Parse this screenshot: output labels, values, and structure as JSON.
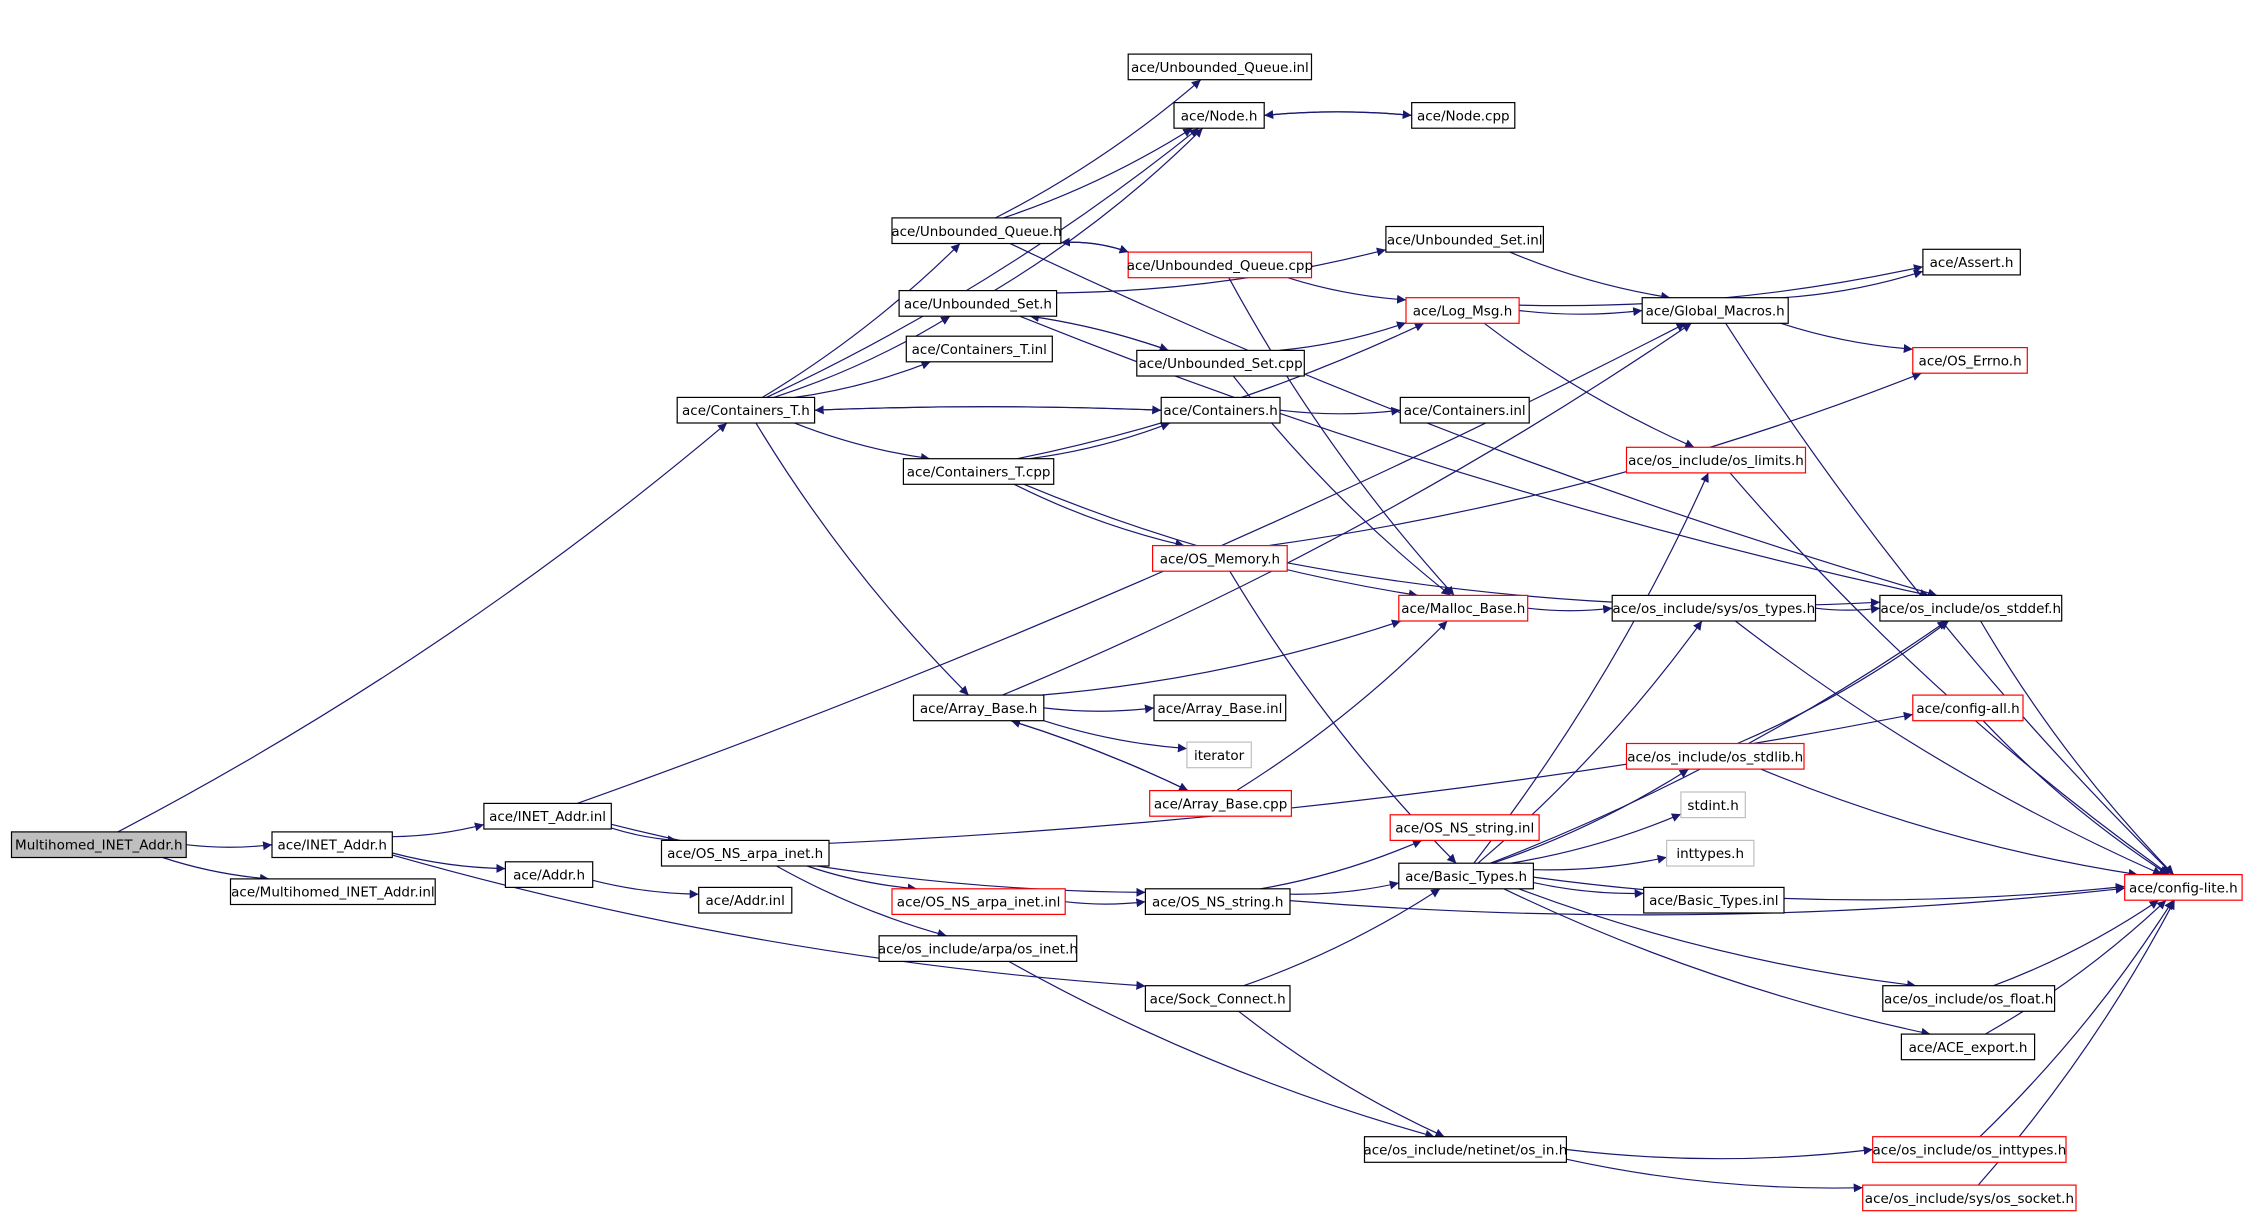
{
  "colors": {
    "edge": "#191970",
    "box": "#000000",
    "box_missing_children": "#ff0000",
    "box_external": "#bfbfbf",
    "root_fill": "#bfbfbf",
    "background": "#ffffff"
  },
  "nodes": [
    {
      "id": "n_root",
      "label": "Multihomed_INET_Addr.h",
      "kind": "root"
    },
    {
      "id": "n_inet_addr_h",
      "label": "ace/INET_Addr.h",
      "kind": "normal"
    },
    {
      "id": "n_multihomed_inl",
      "label": "ace/Multihomed_INET_Addr.inl",
      "kind": "normal"
    },
    {
      "id": "n_inet_addr_inl",
      "label": "ace/INET_Addr.inl",
      "kind": "normal"
    },
    {
      "id": "n_addr_h",
      "label": "ace/Addr.h",
      "kind": "normal"
    },
    {
      "id": "n_addr_inl",
      "label": "ace/Addr.inl",
      "kind": "normal"
    },
    {
      "id": "n_os_ns_arpa_inet_h",
      "label": "ace/OS_NS_arpa_inet.h",
      "kind": "normal"
    },
    {
      "id": "n_os_ns_arpa_inet_inl",
      "label": "ace/OS_NS_arpa_inet.inl",
      "kind": "truncated"
    },
    {
      "id": "n_os_inet_h",
      "label": "ace/os_include/arpa/os_inet.h",
      "kind": "normal"
    },
    {
      "id": "n_os_ns_string_h",
      "label": "ace/OS_NS_string.h",
      "kind": "normal"
    },
    {
      "id": "n_os_ns_string_inl",
      "label": "ace/OS_NS_string.inl",
      "kind": "truncated"
    },
    {
      "id": "n_sock_connect_h",
      "label": "ace/Sock_Connect.h",
      "kind": "normal"
    },
    {
      "id": "n_containers_t_h",
      "label": "ace/Containers_T.h",
      "kind": "normal"
    },
    {
      "id": "n_unbounded_queue_inl",
      "label": "ace/Unbounded_Queue.inl",
      "kind": "normal"
    },
    {
      "id": "n_node_h",
      "label": "ace/Node.h",
      "kind": "normal"
    },
    {
      "id": "n_node_cpp",
      "label": "ace/Node.cpp",
      "kind": "normal"
    },
    {
      "id": "n_unbounded_queue_h",
      "label": "ace/Unbounded_Queue.h",
      "kind": "normal"
    },
    {
      "id": "n_unbounded_queue_cpp",
      "label": "ace/Unbounded_Queue.cpp",
      "kind": "truncated"
    },
    {
      "id": "n_unbounded_set_inl",
      "label": "ace/Unbounded_Set.inl",
      "kind": "normal"
    },
    {
      "id": "n_unbounded_set_h",
      "label": "ace/Unbounded_Set.h",
      "kind": "normal"
    },
    {
      "id": "n_assert_h",
      "label": "ace/Assert.h",
      "kind": "normal"
    },
    {
      "id": "n_log_msg_h",
      "label": "ace/Log_Msg.h",
      "kind": "truncated"
    },
    {
      "id": "n_global_macros_h",
      "label": "ace/Global_Macros.h",
      "kind": "normal"
    },
    {
      "id": "n_containers_t_inl",
      "label": "ace/Containers_T.inl",
      "kind": "normal"
    },
    {
      "id": "n_unbounded_set_cpp",
      "label": "ace/Unbounded_Set.cpp",
      "kind": "normal"
    },
    {
      "id": "n_os_errno_h",
      "label": "ace/OS_Errno.h",
      "kind": "truncated"
    },
    {
      "id": "n_containers_h",
      "label": "ace/Containers.h",
      "kind": "normal"
    },
    {
      "id": "n_containers_inl",
      "label": "ace/Containers.inl",
      "kind": "normal"
    },
    {
      "id": "n_containers_t_cpp",
      "label": "ace/Containers_T.cpp",
      "kind": "normal"
    },
    {
      "id": "n_os_limits_h",
      "label": "ace/os_include/os_limits.h",
      "kind": "truncated"
    },
    {
      "id": "n_os_memory_h",
      "label": "ace/OS_Memory.h",
      "kind": "truncated"
    },
    {
      "id": "n_malloc_base_h",
      "label": "ace/Malloc_Base.h",
      "kind": "truncated"
    },
    {
      "id": "n_os_types_h",
      "label": "ace/os_include/sys/os_types.h",
      "kind": "normal"
    },
    {
      "id": "n_os_stddef_h",
      "label": "ace/os_include/os_stddef.h",
      "kind": "normal"
    },
    {
      "id": "n_array_base_h",
      "label": "ace/Array_Base.h",
      "kind": "normal"
    },
    {
      "id": "n_array_base_inl",
      "label": "ace/Array_Base.inl",
      "kind": "normal"
    },
    {
      "id": "n_iterator",
      "label": "iterator",
      "kind": "external"
    },
    {
      "id": "n_array_base_cpp",
      "label": "ace/Array_Base.cpp",
      "kind": "truncated"
    },
    {
      "id": "n_config_all_h",
      "label": "ace/config-all.h",
      "kind": "truncated"
    },
    {
      "id": "n_os_stdlib_h",
      "label": "ace/os_include/os_stdlib.h",
      "kind": "truncated"
    },
    {
      "id": "n_stdint_h",
      "label": "stdint.h",
      "kind": "external"
    },
    {
      "id": "n_inttypes_h",
      "label": "inttypes.h",
      "kind": "external"
    },
    {
      "id": "n_basic_types_h",
      "label": "ace/Basic_Types.h",
      "kind": "normal"
    },
    {
      "id": "n_basic_types_inl",
      "label": "ace/Basic_Types.inl",
      "kind": "normal"
    },
    {
      "id": "n_config_lite_h",
      "label": "ace/config-lite.h",
      "kind": "truncated"
    },
    {
      "id": "n_os_float_h",
      "label": "ace/os_include/os_float.h",
      "kind": "normal"
    },
    {
      "id": "n_ace_export_h",
      "label": "ace/ACE_export.h",
      "kind": "normal"
    },
    {
      "id": "n_os_in_h",
      "label": "ace/os_include/netinet/os_in.h",
      "kind": "normal"
    },
    {
      "id": "n_os_inttypes_h",
      "label": "ace/os_include/os_inttypes.h",
      "kind": "truncated"
    },
    {
      "id": "n_os_socket_h",
      "label": "ace/os_include/sys/os_socket.h",
      "kind": "truncated"
    }
  ],
  "edges": [
    [
      "n_root",
      "n_inet_addr_h"
    ],
    [
      "n_root",
      "n_multihomed_inl"
    ],
    [
      "n_root",
      "n_containers_t_h"
    ],
    [
      "n_inet_addr_h",
      "n_inet_addr_inl"
    ],
    [
      "n_inet_addr_h",
      "n_addr_h"
    ],
    [
      "n_inet_addr_h",
      "n_sock_connect_h"
    ],
    [
      "n_addr_h",
      "n_addr_inl"
    ],
    [
      "n_inet_addr_inl",
      "n_os_ns_arpa_inet_h"
    ],
    [
      "n_inet_addr_inl",
      "n_os_ns_string_h"
    ],
    [
      "n_inet_addr_inl",
      "n_global_macros_h"
    ],
    [
      "n_os_ns_arpa_inet_h",
      "n_os_ns_arpa_inet_inl"
    ],
    [
      "n_os_ns_arpa_inet_h",
      "n_os_inet_h"
    ],
    [
      "n_os_ns_arpa_inet_h",
      "n_config_all_h"
    ],
    [
      "n_os_ns_arpa_inet_inl",
      "n_os_ns_string_h"
    ],
    [
      "n_os_inet_h",
      "n_os_in_h"
    ],
    [
      "n_os_ns_string_h",
      "n_os_ns_string_inl"
    ],
    [
      "n_os_ns_string_h",
      "n_basic_types_h"
    ],
    [
      "n_os_ns_string_h",
      "n_config_lite_h"
    ],
    [
      "n_sock_connect_h",
      "n_basic_types_h"
    ],
    [
      "n_sock_connect_h",
      "n_os_in_h"
    ],
    [
      "n_os_in_h",
      "n_os_inttypes_h"
    ],
    [
      "n_os_in_h",
      "n_os_socket_h"
    ],
    [
      "n_os_inttypes_h",
      "n_config_lite_h"
    ],
    [
      "n_os_socket_h",
      "n_config_lite_h"
    ],
    [
      "n_containers_t_h",
      "n_node_h"
    ],
    [
      "n_containers_t_h",
      "n_unbounded_queue_h"
    ],
    [
      "n_containers_t_h",
      "n_unbounded_set_h"
    ],
    [
      "n_containers_t_h",
      "n_containers_t_inl"
    ],
    [
      "n_containers_t_h",
      "n_containers_h"
    ],
    [
      "n_containers_t_h",
      "n_containers_t_cpp"
    ],
    [
      "n_containers_t_h",
      "n_array_base_h"
    ],
    [
      "n_unbounded_queue_h",
      "n_unbounded_queue_inl"
    ],
    [
      "n_unbounded_queue_h",
      "n_node_h"
    ],
    [
      "n_unbounded_queue_h",
      "n_unbounded_queue_cpp"
    ],
    [
      "n_unbounded_queue_h",
      "n_os_stddef_h"
    ],
    [
      "n_node_h",
      "n_node_cpp"
    ],
    [
      "n_node_cpp",
      "n_node_h"
    ],
    [
      "n_unbounded_queue_cpp",
      "n_unbounded_queue_h"
    ],
    [
      "n_unbounded_queue_cpp",
      "n_log_msg_h"
    ],
    [
      "n_unbounded_queue_cpp",
      "n_malloc_base_h"
    ],
    [
      "n_unbounded_set_h",
      "n_node_h"
    ],
    [
      "n_unbounded_set_h",
      "n_unbounded_set_inl"
    ],
    [
      "n_unbounded_set_h",
      "n_unbounded_set_cpp"
    ],
    [
      "n_unbounded_set_h",
      "n_os_stddef_h"
    ],
    [
      "n_unbounded_set_inl",
      "n_global_macros_h"
    ],
    [
      "n_unbounded_set_cpp",
      "n_unbounded_set_h"
    ],
    [
      "n_unbounded_set_cpp",
      "n_log_msg_h"
    ],
    [
      "n_unbounded_set_cpp",
      "n_malloc_base_h"
    ],
    [
      "n_log_msg_h",
      "n_global_macros_h"
    ],
    [
      "n_log_msg_h",
      "n_assert_h"
    ],
    [
      "n_log_msg_h",
      "n_os_limits_h"
    ],
    [
      "n_global_macros_h",
      "n_assert_h"
    ],
    [
      "n_global_macros_h",
      "n_os_errno_h"
    ],
    [
      "n_global_macros_h",
      "n_config_lite_h"
    ],
    [
      "n_containers_h",
      "n_containers_inl"
    ],
    [
      "n_containers_h",
      "n_containers_t_h"
    ],
    [
      "n_containers_t_cpp",
      "n_containers_h"
    ],
    [
      "n_containers_t_cpp",
      "n_log_msg_h"
    ],
    [
      "n_containers_t_cpp",
      "n_os_memory_h"
    ],
    [
      "n_containers_t_cpp",
      "n_malloc_base_h"
    ],
    [
      "n_os_memory_h",
      "n_os_errno_h"
    ],
    [
      "n_os_memory_h",
      "n_os_stddef_h"
    ],
    [
      "n_os_memory_h",
      "n_basic_types_h"
    ],
    [
      "n_malloc_base_h",
      "n_os_types_h"
    ],
    [
      "n_os_types_h",
      "n_os_stddef_h"
    ],
    [
      "n_os_types_h",
      "n_config_lite_h"
    ],
    [
      "n_os_stddef_h",
      "n_config_lite_h"
    ],
    [
      "n_os_limits_h",
      "n_config_lite_h"
    ],
    [
      "n_array_base_h",
      "n_global_macros_h"
    ],
    [
      "n_array_base_h",
      "n_malloc_base_h"
    ],
    [
      "n_array_base_h",
      "n_array_base_inl"
    ],
    [
      "n_array_base_h",
      "n_iterator"
    ],
    [
      "n_array_base_h",
      "n_array_base_cpp"
    ],
    [
      "n_array_base_cpp",
      "n_array_base_h"
    ],
    [
      "n_array_base_cpp",
      "n_malloc_base_h"
    ],
    [
      "n_config_all_h",
      "n_config_lite_h"
    ],
    [
      "n_basic_types_h",
      "n_os_limits_h"
    ],
    [
      "n_basic_types_h",
      "n_os_types_h"
    ],
    [
      "n_basic_types_h",
      "n_os_stddef_h"
    ],
    [
      "n_basic_types_h",
      "n_os_stdlib_h"
    ],
    [
      "n_basic_types_h",
      "n_stdint_h"
    ],
    [
      "n_basic_types_h",
      "n_inttypes_h"
    ],
    [
      "n_basic_types_h",
      "n_basic_types_inl"
    ],
    [
      "n_basic_types_h",
      "n_config_lite_h"
    ],
    [
      "n_basic_types_h",
      "n_os_float_h"
    ],
    [
      "n_basic_types_h",
      "n_ace_export_h"
    ],
    [
      "n_os_stdlib_h",
      "n_os_stddef_h"
    ],
    [
      "n_os_stdlib_h",
      "n_config_lite_h"
    ],
    [
      "n_os_float_h",
      "n_config_lite_h"
    ],
    [
      "n_ace_export_h",
      "n_config_lite_h"
    ]
  ]
}
